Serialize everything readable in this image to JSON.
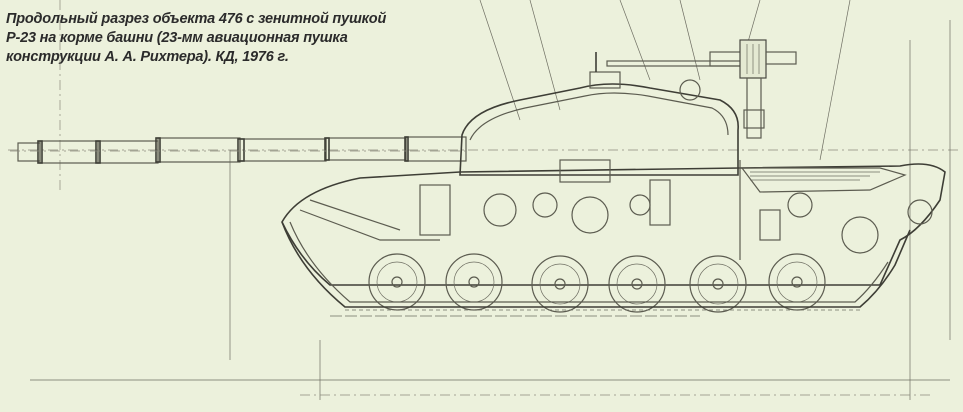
{
  "caption": {
    "lines": [
      "Продольный разрез объекта 476 с зенитной пушкой",
      "Р-23 на корме башни (23-мм авиационная пушка",
      "конструкции А. А. Рихтера). КД, 1976 г."
    ]
  },
  "drawing": {
    "subject": "tank-longitudinal-section",
    "style": "technical-line-drawing",
    "paper_color": "#ecf1dc",
    "line_color": "#5c5c50"
  }
}
